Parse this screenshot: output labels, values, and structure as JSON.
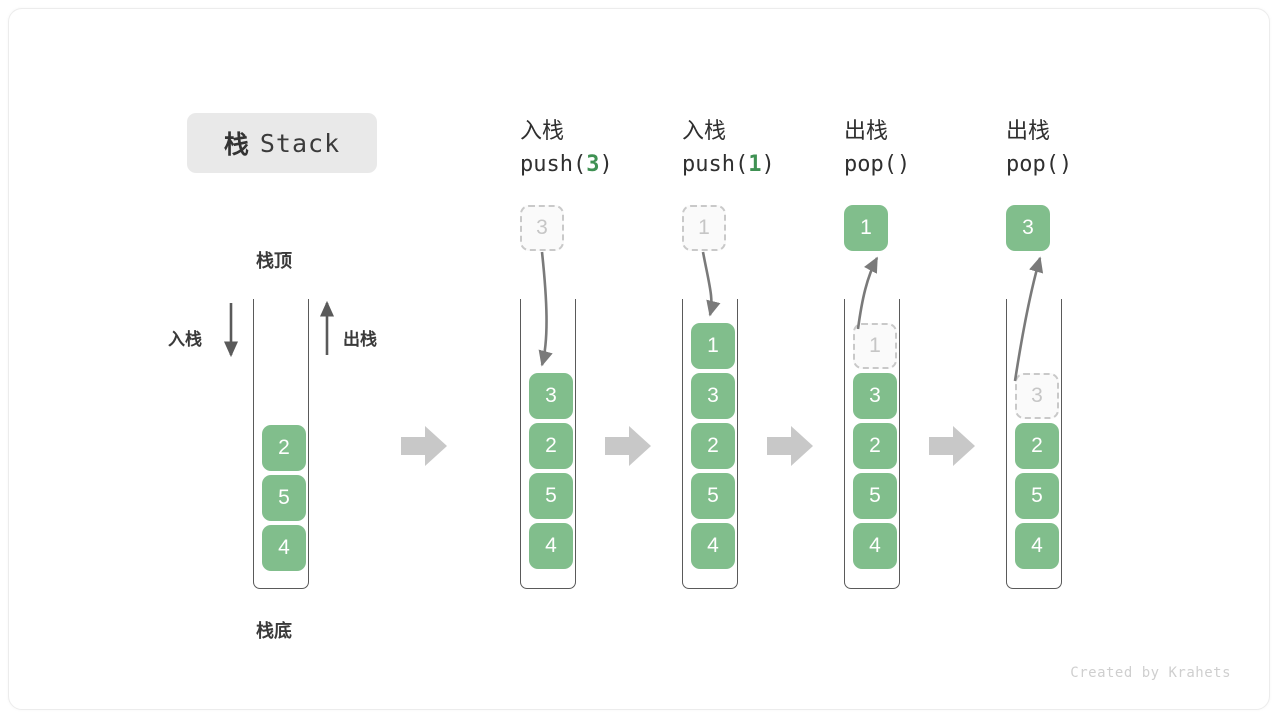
{
  "title": {
    "cn": "栈",
    "en": "Stack"
  },
  "labels": {
    "top": "栈顶",
    "bottom": "栈底",
    "push_side": "入栈",
    "pop_side": "出栈"
  },
  "credit": "Created by Krahets",
  "colors": {
    "cell_green": "#81be8c",
    "cell_text": "#ffffff",
    "ghost_border": "#c9c9c9",
    "ghost_text": "#c6c6c6",
    "accent_green": "#3f9153",
    "arrow_gray": "#7a7a7a",
    "block_arrow_gray": "#c8c8c8",
    "chip_bg": "#e9e9e9"
  },
  "steps": [
    {
      "id": "initial",
      "head_cn": "",
      "head_code": "",
      "code_prefix": "",
      "code_arg": "",
      "code_suffix": "",
      "stack": [
        "2",
        "5",
        "4"
      ],
      "ghost_top": null,
      "result": null
    },
    {
      "id": "push-3",
      "head_cn": "入栈",
      "head_code": "push(3)",
      "code_prefix": "push(",
      "code_arg": "3",
      "code_suffix": ")",
      "incoming": "3",
      "stack": [
        "3",
        "2",
        "5",
        "4"
      ],
      "ghost_top": null,
      "result": null
    },
    {
      "id": "push-1",
      "head_cn": "入栈",
      "head_code": "push(1)",
      "code_prefix": "push(",
      "code_arg": "1",
      "code_suffix": ")",
      "incoming": "1",
      "stack": [
        "1",
        "3",
        "2",
        "5",
        "4"
      ],
      "ghost_top": null,
      "result": null
    },
    {
      "id": "pop-1",
      "head_cn": "出栈",
      "head_code": "pop()",
      "code_prefix": "pop(",
      "code_arg": "",
      "code_suffix": ")",
      "stack": [
        "3",
        "2",
        "5",
        "4"
      ],
      "ghost_top": "1",
      "result": "1"
    },
    {
      "id": "pop-2",
      "head_cn": "出栈",
      "head_code": "pop()",
      "code_prefix": "pop(",
      "code_arg": "",
      "code_suffix": ")",
      "stack": [
        "2",
        "5",
        "4"
      ],
      "ghost_top": "3",
      "result": "3"
    }
  ]
}
